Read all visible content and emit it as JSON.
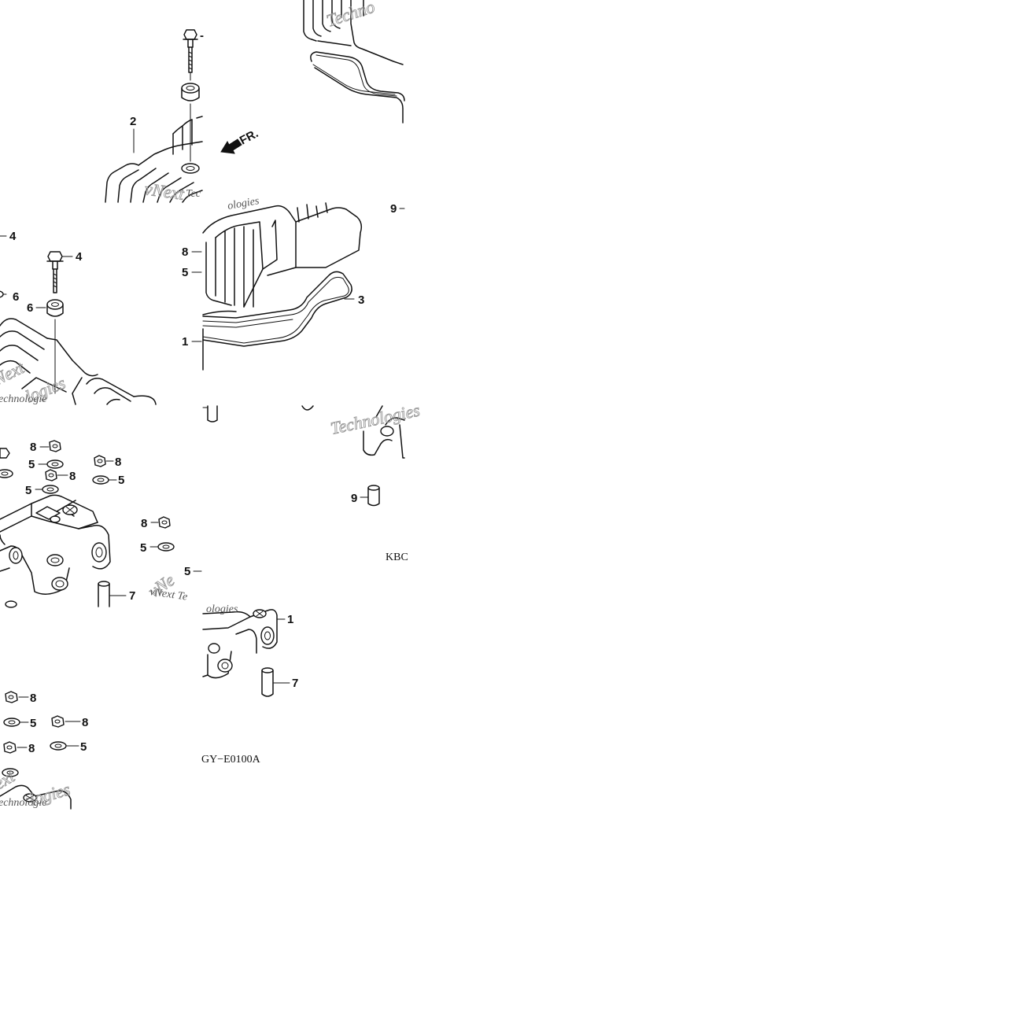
{
  "diagram": {
    "direction_marker": "FR.",
    "callouts": [
      "1",
      "2",
      "3",
      "4",
      "5",
      "6",
      "7",
      "8",
      "9"
    ],
    "diagram_codes": [
      "GY−E0100A",
      "KBC"
    ],
    "watermark_lines": [
      "vNext",
      "Technologies"
    ]
  }
}
